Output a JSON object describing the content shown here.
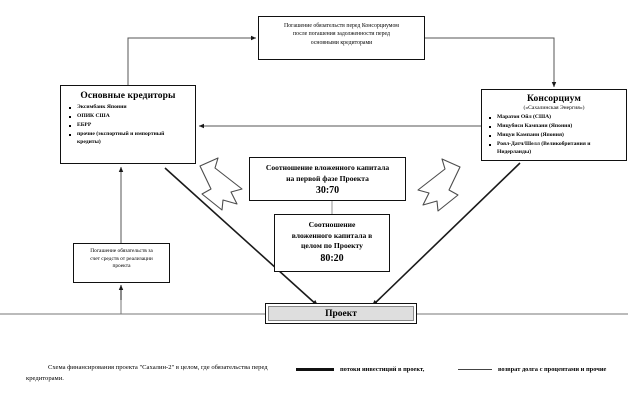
{
  "diagram": {
    "title_caption": "Схема финансирования проекта \"Сахалин-2\" в целом, где обязательства перед кредиторами.",
    "boxes": {
      "top_obligation": {
        "name": "Погашение обязательств перед Консорциумом",
        "line1": "Погашение обязательств перед Консорциумом",
        "line2": "после погашения задолженности перед",
        "line3": "основными кредиторами"
      },
      "creditors": {
        "title": "Основные кредиторы",
        "items": [
          "Эксимбанк Японии",
          "ОПИК США",
          "ЕБРР",
          "прочие (экспортный и импортный кредиты)"
        ]
      },
      "consortium": {
        "title": "Консорциум",
        "subtitle": "(«Сахалинская Энергия»)",
        "items": [
          "Маратон Ойл (США)",
          "Мицубиси Кампани (Япония)",
          "Мицуи Кампани (Япония)",
          "Роял-Датч/Шелл (Великобритания и Нидерланды)"
        ]
      },
      "ratio_phase1": {
        "line1": "Соотношение вложенного капитала",
        "line2": "на первой фазе Проекта",
        "value": "30:70"
      },
      "ratio_total": {
        "line1": "Соотношение",
        "line2": "вложенного капитала в",
        "line3": "целом по Проекту",
        "value": "80:20"
      },
      "repayment": {
        "line1": "Погашение обязательств за",
        "line2": "счет средств от реализации",
        "line3": "проекта"
      },
      "project": {
        "label": "Проект"
      }
    },
    "legend": {
      "investment_flows": "потоки инвестиций в проект,",
      "debt_return": "возврат долга с процентами и прочие"
    }
  }
}
